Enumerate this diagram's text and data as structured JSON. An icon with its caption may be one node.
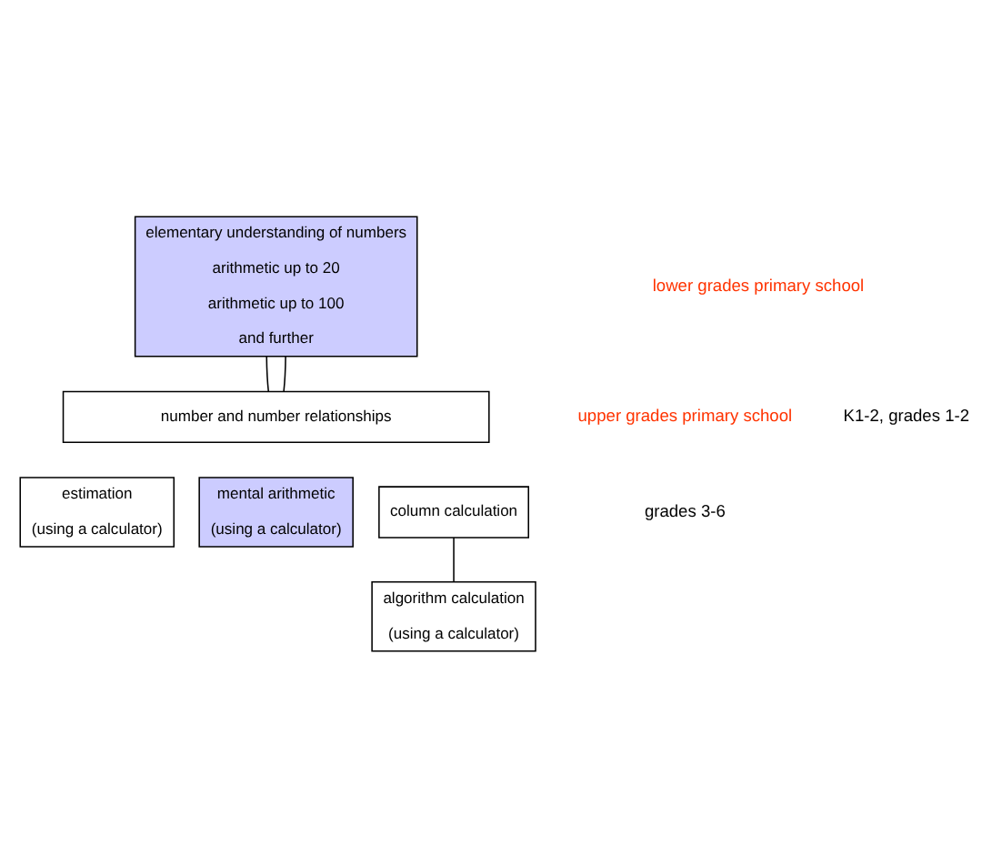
{
  "diagram": {
    "nodes": [
      {
        "text": [
          "elementary understanding of numbers",
          "arithmetic up to 20",
          "arithmetic up to 100",
          "and further"
        ]
      },
      {
        "text": [
          "number and number relationships"
        ]
      },
      {
        "text": [
          "estimation",
          "(using a calculator)"
        ]
      },
      {
        "text": [
          "mental arithmetic",
          "(using a calculator)"
        ]
      },
      {
        "text": [
          "column calculation"
        ]
      },
      {
        "text": [
          "algorithm calculation",
          "(using a calculator)"
        ]
      }
    ],
    "edges": [
      {
        "from": 0,
        "to": 1,
        "arrow": "none"
      },
      {
        "from": 0,
        "to": 1,
        "arrow": "none"
      },
      {
        "from": 4,
        "to": 5,
        "arrow": "none"
      }
    ],
    "labels": [
      "lower grades primary school",
      "K1-2, grades 1-2",
      "upper grades primary school",
      "grades 3-6"
    ]
  }
}
